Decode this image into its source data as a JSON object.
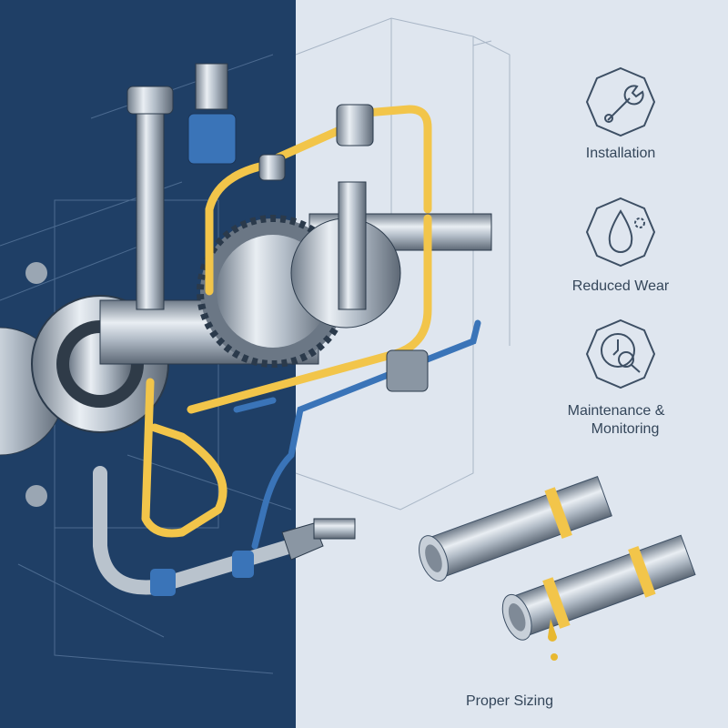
{
  "colors": {
    "navy": "#1f3f66",
    "light": "#dfe6ef",
    "brass": "#f2c54a",
    "blue": "#3a74b8",
    "steel": "#aab4c0",
    "oil": "#e8b830"
  },
  "features": [
    {
      "label": "Installation",
      "icon": "wrench-icon"
    },
    {
      "label": "Reduced Wear",
      "icon": "oil-drop-gear-icon"
    },
    {
      "label": "Maintenance &",
      "label2": "Monitoring",
      "icon": "clock-magnifier-icon"
    },
    {
      "label": "Proper Sizing",
      "icon": "tube-fittings-icon"
    }
  ]
}
